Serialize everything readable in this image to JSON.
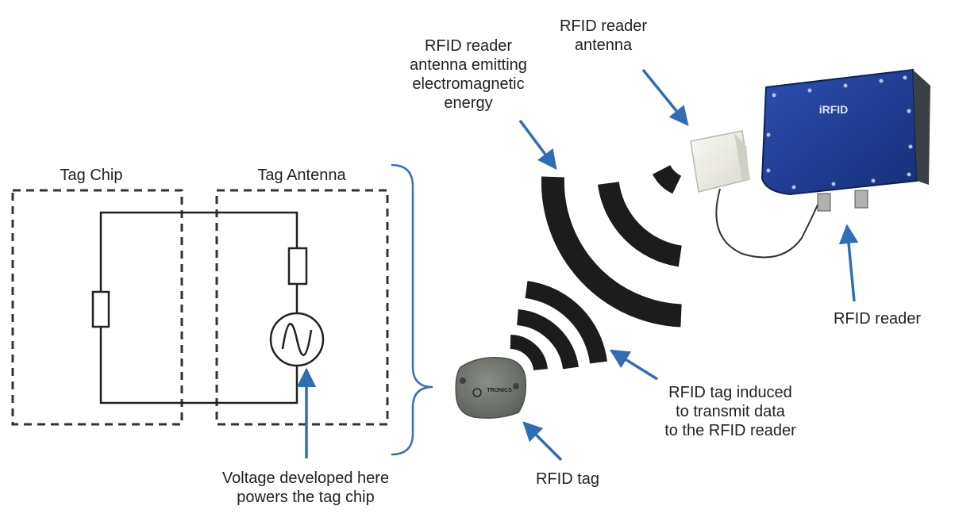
{
  "colors": {
    "arrow": "#2f6db5",
    "wave": "#1c1c1c",
    "circuit": "#222222",
    "reader_body": "#1f3f9a",
    "tag_body": "#6d716b",
    "bracket": "#3a70b8"
  },
  "boxes": {
    "tag_chip": "Tag Chip",
    "tag_antenna": "Tag Antenna"
  },
  "labels": {
    "voltage": [
      "Voltage developed here",
      "powers the tag chip"
    ],
    "rfid_tag": "RFID tag",
    "tag_induced": [
      "RFID tag induced",
      "to transmit data",
      "to the RFID reader"
    ],
    "antenna_emitting": [
      "RFID reader",
      "antenna emitting",
      "electromagnetic",
      "energy"
    ],
    "reader_antenna": [
      "RFID reader",
      "antenna"
    ],
    "rfid_reader": "RFID reader"
  },
  "devices": {
    "reader_logo": "iRFID",
    "tag_logo": "TRONICS"
  }
}
